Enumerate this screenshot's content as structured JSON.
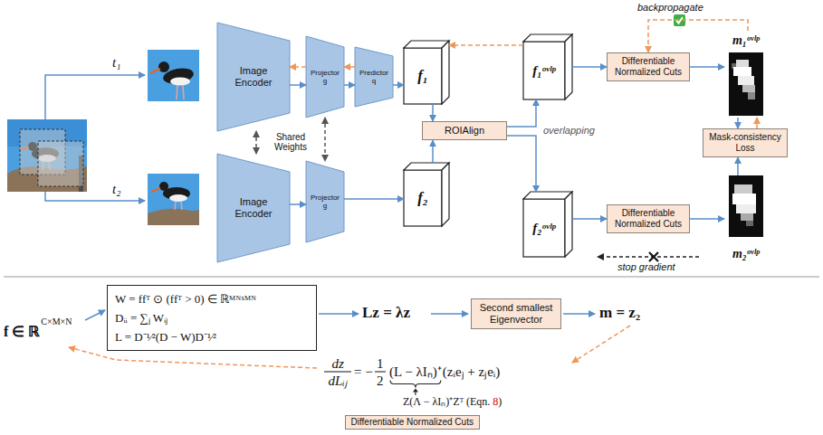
{
  "diagram": {
    "nodes": [
      {
        "text": [
          "Image Encoder"
        ]
      },
      {
        "text": [
          "Projector g"
        ]
      },
      {
        "text": [
          "Predictor q"
        ]
      },
      {
        "text": [
          "f₁"
        ]
      },
      {
        "text": [
          "f₁ᵒᵛˡᵖ"
        ]
      },
      {
        "text": [
          "Differentiable Normalized Cuts"
        ]
      },
      {
        "text": [
          "m₁ᵒᵛˡᵖ"
        ]
      },
      {
        "text": [
          "ROIAlign"
        ]
      },
      {
        "text": [
          "Mask-consistency Loss"
        ]
      },
      {
        "text": [
          "Image Encoder"
        ]
      },
      {
        "text": [
          "Projector g"
        ]
      },
      {
        "text": [
          "f₂"
        ]
      },
      {
        "text": [
          "f₂ᵒᵛˡᵖ"
        ]
      },
      {
        "text": [
          "Differentiable Normalized Cuts"
        ]
      },
      {
        "text": [
          "m₂ᵒᵛˡᵖ"
        ]
      },
      {
        "text": [
          "W = ffᵀ ⊙ (ffᵀ > 0) ∈ ℝᴹᴺˣᴹᴺ",
          "Dᵢᵢ = ∑ⱼ Wᵢⱼ",
          "L = D⁻¹⁄²(D − W)D⁻¹⁄²"
        ]
      },
      {
        "text": [
          "Second smallest Eigenvector"
        ]
      },
      {
        "text": [
          "Differentiable Normalized Cuts"
        ]
      }
    ],
    "edges": [
      {
        "from": 0,
        "to": 1,
        "arrow": "to"
      },
      {
        "from": 1,
        "to": 2,
        "arrow": "to"
      },
      {
        "from": 2,
        "to": 3,
        "arrow": "to"
      },
      {
        "from": 3,
        "to": 7,
        "arrow": "to"
      },
      {
        "from": 11,
        "to": 7,
        "arrow": "to"
      },
      {
        "from": 7,
        "to": 4,
        "arrow": "to"
      },
      {
        "from": 7,
        "to": 12,
        "arrow": "to"
      },
      {
        "from": 4,
        "to": 5,
        "arrow": "to"
      },
      {
        "from": 5,
        "to": 6,
        "arrow": "to"
      },
      {
        "from": 6,
        "to": 8,
        "arrow": "to"
      },
      {
        "from": 9,
        "to": 10,
        "arrow": "to"
      },
      {
        "from": 10,
        "to": 11,
        "arrow": "to"
      },
      {
        "from": 12,
        "to": 13,
        "arrow": "to"
      },
      {
        "from": 13,
        "to": 14,
        "arrow": "to"
      },
      {
        "from": 14,
        "to": 8,
        "arrow": "to"
      },
      {
        "from": 0,
        "to": 9,
        "arrow": "both"
      },
      {
        "from": 1,
        "to": 10,
        "arrow": "both"
      },
      {
        "from": 8,
        "to": 6,
        "arrow": "to"
      },
      {
        "from": 6,
        "to": 5,
        "arrow": "to"
      },
      {
        "from": 4,
        "to": 3,
        "arrow": "to"
      },
      {
        "from": 2,
        "to": 1,
        "arrow": "to"
      },
      {
        "from": 1,
        "to": 0,
        "arrow": "to"
      }
    ],
    "labels": [
      "t₁",
      "t₂",
      "Shared Weights",
      "overlapping",
      "backpropagate",
      "stop gradient",
      "f ∈ ℝ",
      "C×M×N",
      "Lz = λz",
      "m = z₂",
      "dz",
      "dLᵢⱼ",
      "= −",
      "1",
      "2",
      "(L − λIₙ)⁺",
      "(zᵢeⱼ + zⱼeᵢ)",
      "Z(Λ − λIₙ)⁺Zᵀ (Eqn.",
      "8",
      ")"
    ]
  }
}
